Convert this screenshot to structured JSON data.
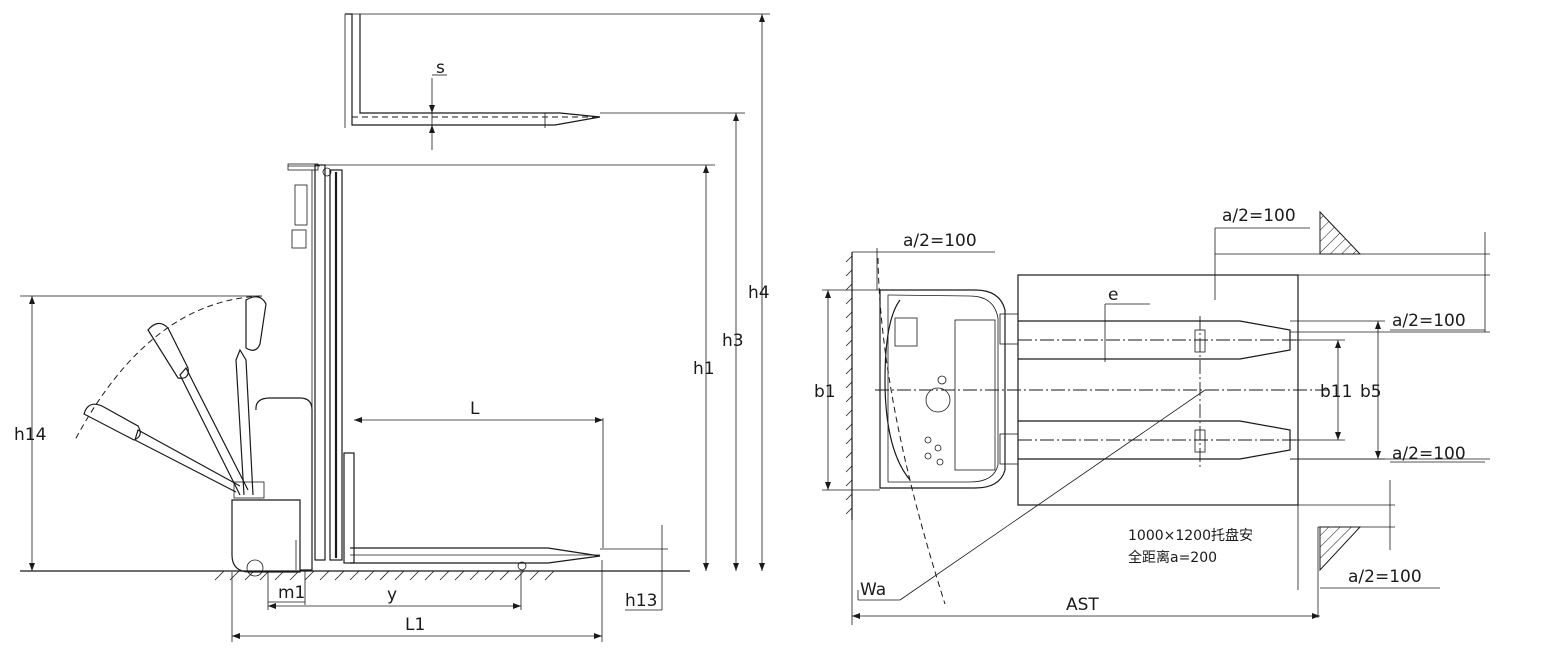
{
  "side_view": {
    "labels": {
      "s": "s",
      "L": "L",
      "h1": "h1",
      "h3": "h3",
      "h4": "h4",
      "h14": "h14",
      "m1": "m1",
      "y": "y",
      "L1": "L1",
      "h13": "h13"
    }
  },
  "top_view": {
    "labels": {
      "a_half_top_left": "a/2=100",
      "a_half_top_right": "a/2=100",
      "a_half_right_upper": "a/2=100",
      "a_half_right_lower": "a/2=100",
      "a_half_bottom": "a/2=100",
      "e": "e",
      "b1": "b1",
      "b11": "b11",
      "b5": "b5",
      "Wa": "Wa",
      "AST": "AST"
    },
    "note_line1": "1000×1200托盘安",
    "note_line2": "全距离a=200"
  }
}
